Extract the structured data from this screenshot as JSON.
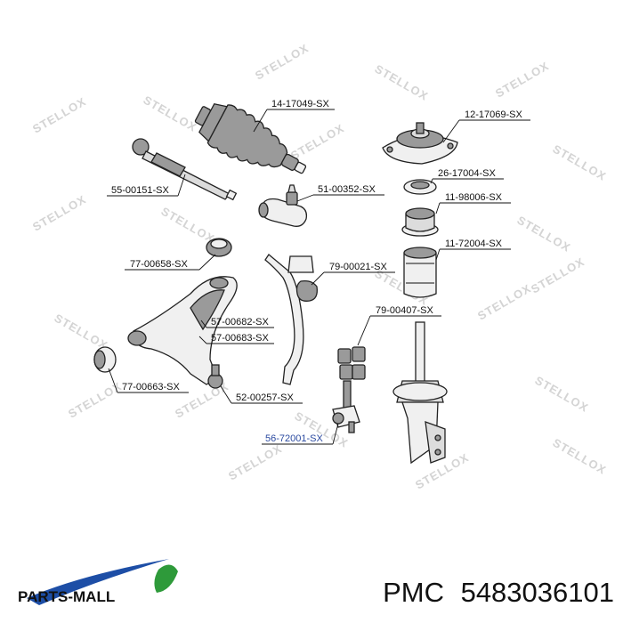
{
  "watermark": {
    "text": "STELLOX"
  },
  "parts": [
    {
      "id": "p1",
      "number": "14-17049-SX",
      "component": "steering-boot"
    },
    {
      "id": "p2",
      "number": "12-17069-SX",
      "component": "strut-mount"
    },
    {
      "id": "p3",
      "number": "55-00151-SX",
      "component": "inner-tie-rod"
    },
    {
      "id": "p4",
      "number": "26-17004-SX",
      "component": "strut-bearing"
    },
    {
      "id": "p5",
      "number": "51-00352-SX",
      "component": "tie-rod-end"
    },
    {
      "id": "p6",
      "number": "11-98006-SX",
      "component": "bump-stop"
    },
    {
      "id": "p7",
      "number": "11-72004-SX",
      "component": "dust-boot"
    },
    {
      "id": "p8",
      "number": "77-00658-SX",
      "component": "control-arm-bushing"
    },
    {
      "id": "p9",
      "number": "79-00021-SX",
      "component": "stabilizer-bushing"
    },
    {
      "id": "p10",
      "number": "79-00407-SX",
      "component": "link-bushing-set"
    },
    {
      "id": "p11",
      "number": "57-00682-SX",
      "component": "control-arm-left"
    },
    {
      "id": "p12",
      "number": "57-00683-SX",
      "component": "control-arm-right"
    },
    {
      "id": "p13",
      "number": "77-00663-SX",
      "component": "rear-bushing"
    },
    {
      "id": "p14",
      "number": "52-00257-SX",
      "component": "ball-joint"
    },
    {
      "id": "p15",
      "number": "56-72001-SX",
      "component": "stabilizer-link",
      "highlighted": true
    }
  ],
  "footer": {
    "brand_logo_text": "PARTS-MALL",
    "manufacturer": "PMC",
    "part_number": "5483036101"
  }
}
